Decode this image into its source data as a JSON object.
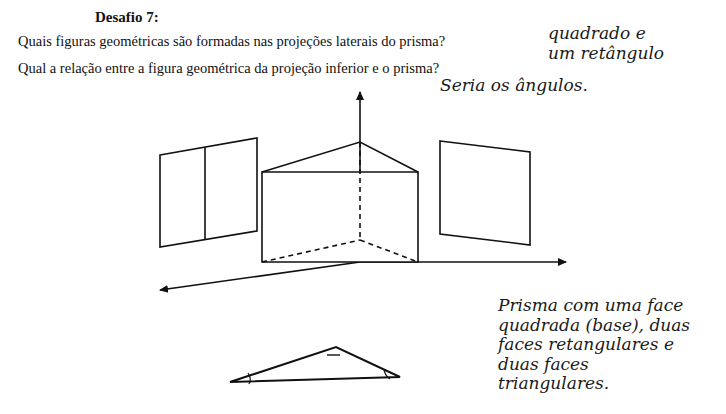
{
  "diagram": {
    "title": "Desafio 7:",
    "labels": [
      "Quais figuras geométricas são formadas nas projeções laterais do prisma?",
      "Qual a relação entre a figura geométrica da projeção inferior e o prisma?",
      "quadrado e um retângulo",
      "Seria os ângulos.",
      "Prisma com uma face quadrada (base), duas faces retangulares e duas faces triangulares."
    ]
  }
}
